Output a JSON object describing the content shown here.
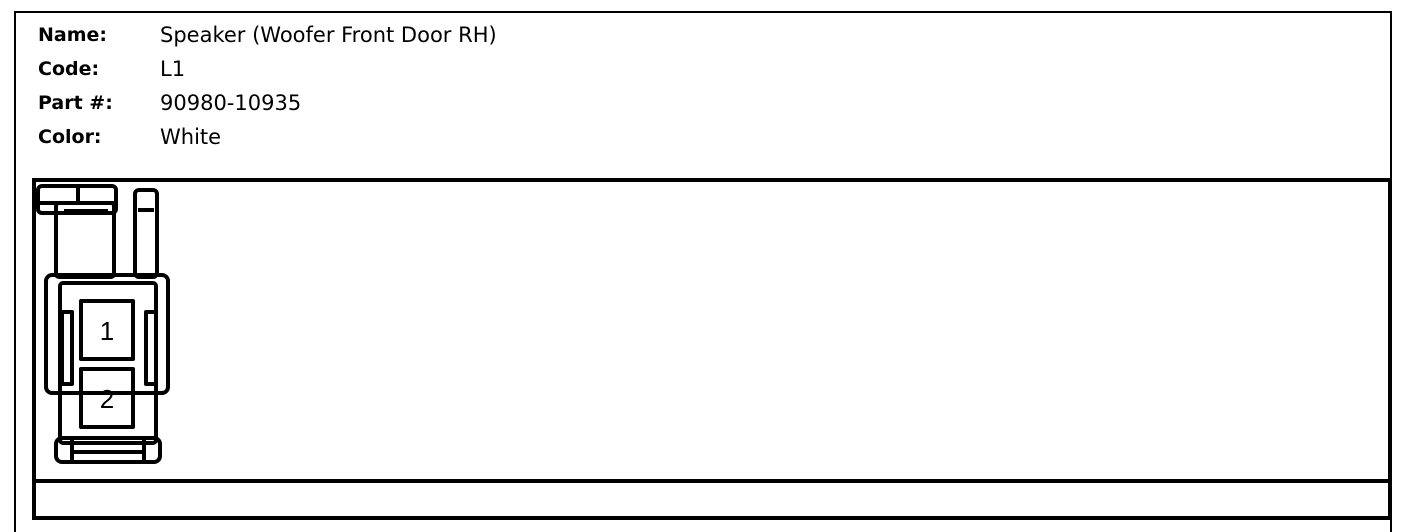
{
  "info": {
    "name_label": "Name:",
    "name_value": "Speaker (Woofer Front Door RH)",
    "code_label": "Code:",
    "code_value": "L1",
    "part_label": "Part #:",
    "part_value": "90980-10935",
    "color_label": "Color:",
    "color_value": "White"
  },
  "connector": {
    "pins": [
      "1",
      "2"
    ]
  }
}
